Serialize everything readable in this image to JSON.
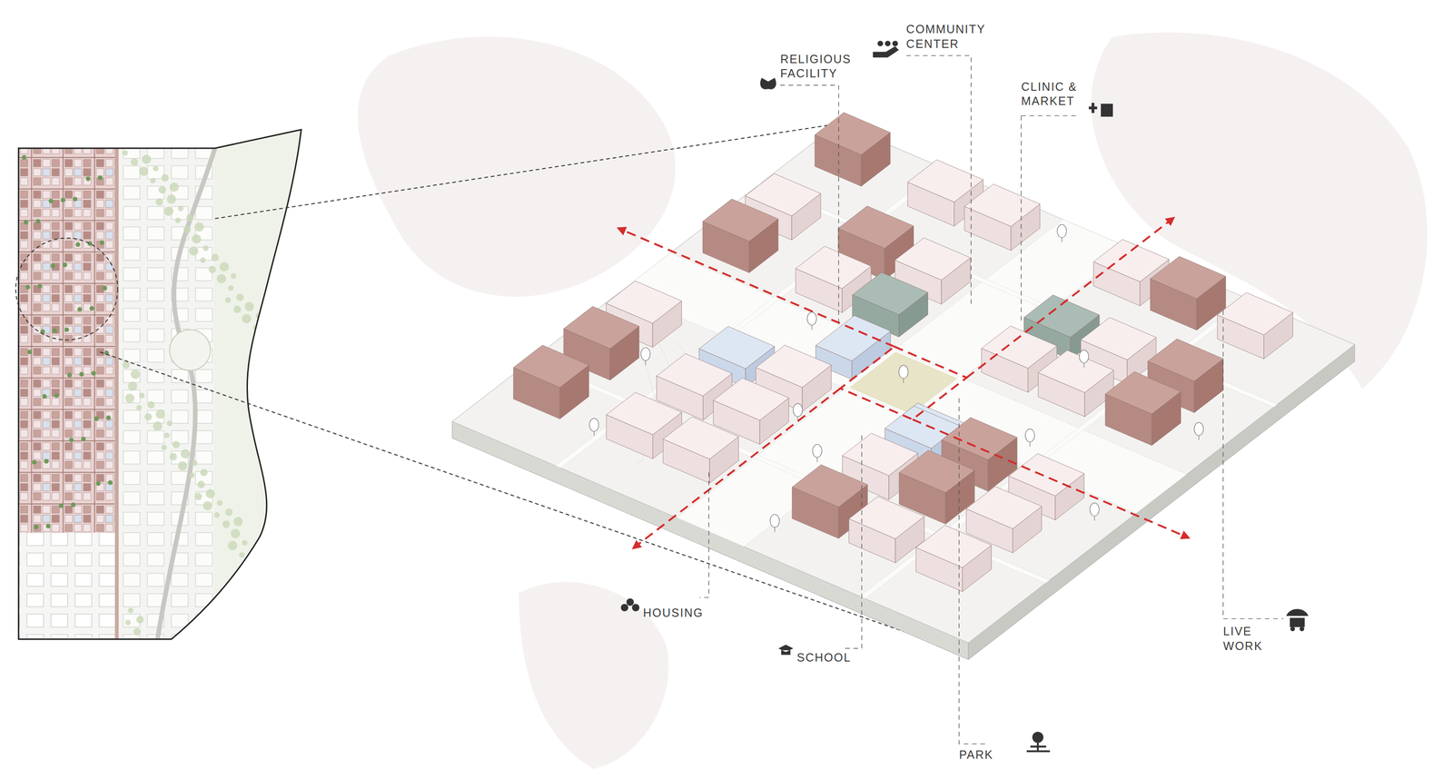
{
  "diagram": {
    "labels": [
      "RELIGIOUS FACILITY",
      "COMMUNITY CENTER",
      "CLINIC & MARKET",
      "HOUSING",
      "SCHOOL",
      "PARK",
      "LIVE WORK"
    ]
  }
}
